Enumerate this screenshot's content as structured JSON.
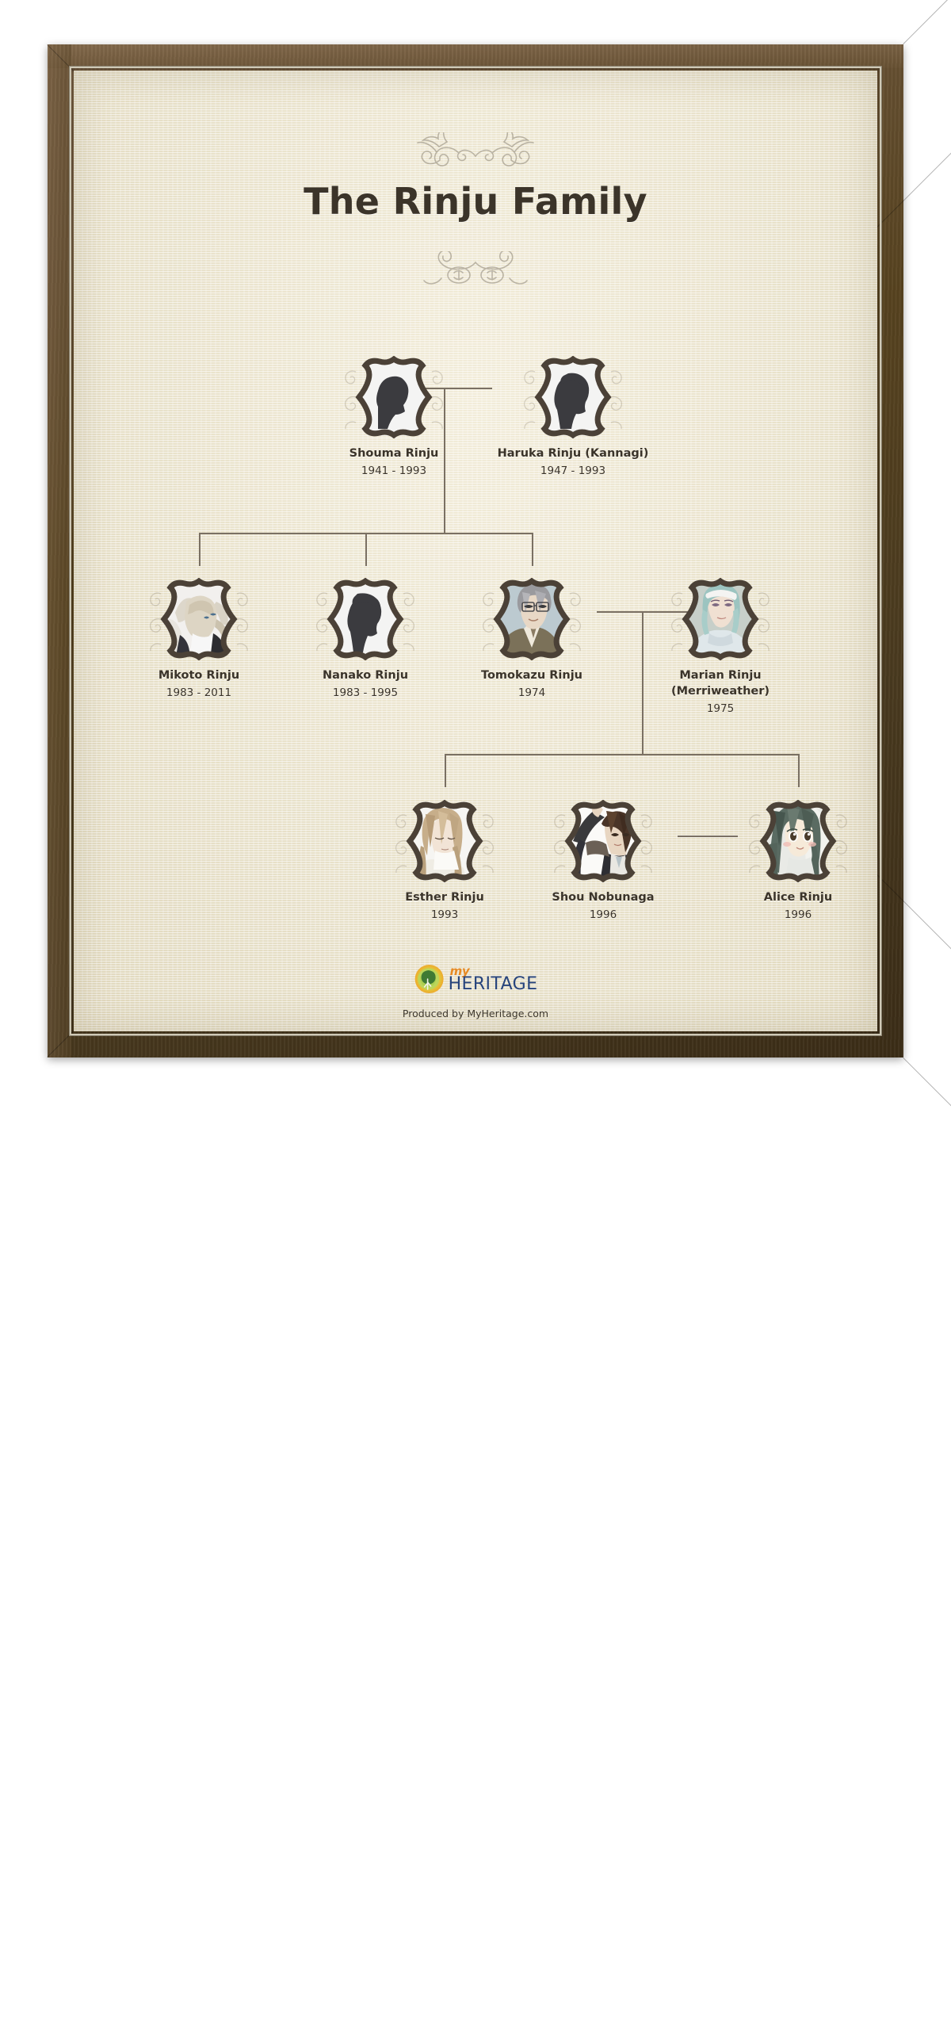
{
  "title": "The Rinju Family",
  "colors": {
    "frame_wood_dark": "#3b2d17",
    "frame_wood_light": "#7a6144",
    "paper": "#e9e2cd",
    "text": "#3b342a",
    "connector": "#7a7063",
    "portrait_border": "#4b4137",
    "logo_my": "#e78a24",
    "logo_heritage": "#27447d"
  },
  "ornaments": {
    "top": "floral-flourish-ornament",
    "bottom": "floral-flourish-ornament-mirrored"
  },
  "people": [
    {
      "id": "shouma-rinju",
      "name": "Shouma Rinju",
      "dates": "1941 - 1993",
      "portrait": "male-silhouette",
      "generation": 1
    },
    {
      "id": "haruka-rinju",
      "name": "Haruka Rinju (Kannagi)",
      "dates": "1947 - 1993",
      "portrait": "female-silhouette",
      "generation": 1
    },
    {
      "id": "mikoto-rinju",
      "name": "Mikoto Rinju",
      "dates": "1983 - 2011",
      "portrait": "anime-photo-pale-blonde-arms-raised",
      "generation": 2
    },
    {
      "id": "nanako-rinju",
      "name": "Nanako Rinju",
      "dates": "1983 - 1995",
      "portrait": "female-silhouette",
      "generation": 2
    },
    {
      "id": "tomokazu-rinju",
      "name": "Tomokazu Rinju",
      "dates": "1974",
      "portrait": "anime-photo-man-glasses-grey-hair",
      "generation": 2
    },
    {
      "id": "marian-rinju",
      "name": "Marian Rinju",
      "name_line2": "(Merriweather)",
      "dates": "1975",
      "portrait": "anime-photo-teal-hair-headband",
      "generation": 2
    },
    {
      "id": "esther-rinju",
      "name": "Esther Rinju",
      "dates": "1993",
      "portrait": "anime-photo-tan-hair-downcast",
      "generation": 3
    },
    {
      "id": "shou-nobunaga",
      "name": "Shou Nobunaga",
      "dates": "1996",
      "portrait": "anime-photo-dark-hair-jacket",
      "generation": 3
    },
    {
      "id": "alice-rinju",
      "name": "Alice Rinju",
      "dates": "1996",
      "portrait": "anime-photo-dark-teal-hair-girl",
      "generation": 3
    }
  ],
  "footer": {
    "logo_my": "my",
    "logo_heritage": "HERITAGE",
    "logo_icon": "tree-badge-icon",
    "produced_by": "Produced by MyHeritage.com"
  }
}
